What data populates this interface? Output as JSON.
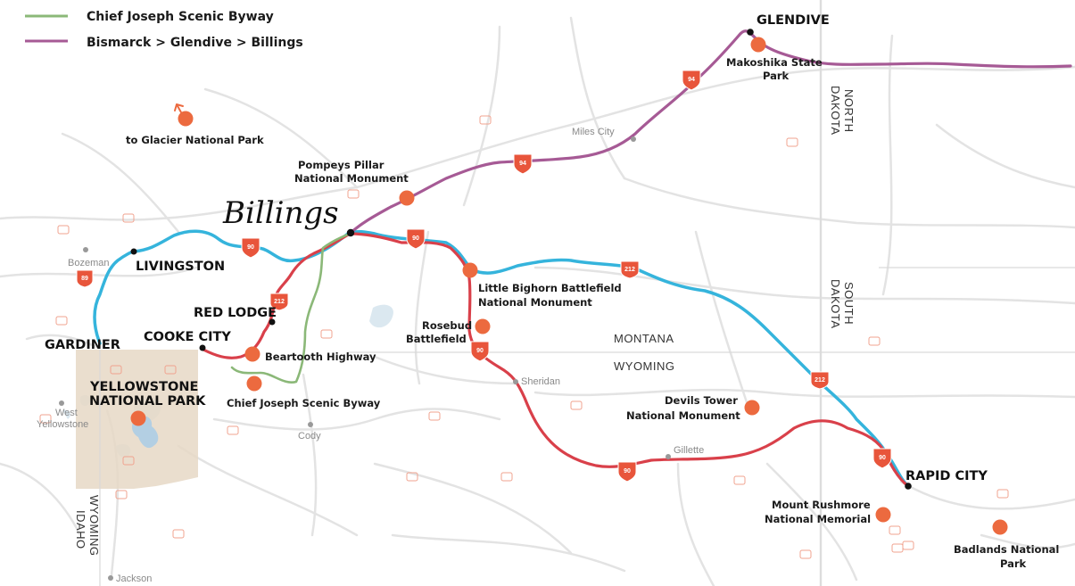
{
  "legend": {
    "items": [
      {
        "label": "Chief Joseph Scenic Byway",
        "color": "#8bb878"
      },
      {
        "label": "Bismarck > Glendive > Billings",
        "color": "#a65a95"
      }
    ]
  },
  "colors": {
    "red_route": "#d9404a",
    "blue_route": "#35b4dc",
    "green_route": "#8bb878",
    "purple_route": "#a65a95",
    "poi_dot": "#ec6a3f",
    "park_area": "#e6d8c5"
  },
  "major_cities": {
    "glendive": "GLENDIVE",
    "livingston": "LIVINGSTON",
    "red_lodge": "RED LODGE",
    "cooke_city": "COOKE CITY",
    "gardiner": "GARDINER",
    "rapid_city": "RAPID CITY",
    "yellowstone_line1": "YELLOWSTONE",
    "yellowstone_line2": "NATIONAL PARK",
    "billings": "Billings"
  },
  "towns": {
    "miles_city": "Miles City",
    "bozeman": "Bozeman",
    "sheridan": "Sheridan",
    "gillette": "Gillette",
    "cody": "Cody",
    "west_yellowstone_line1": "West",
    "west_yellowstone_line2": "Yellowstone",
    "jackson": "Jackson"
  },
  "pois": {
    "makoshika_line1": "Makoshika State",
    "makoshika_line2": "Park",
    "glacier": "to Glacier National Park",
    "pompeys_line1": "Pompeys Pillar",
    "pompeys_line2": "National Monument",
    "little_bighorn_line1": "Little Bighorn Battlefield",
    "little_bighorn_line2": "National Monument",
    "rosebud_line1": "Rosebud",
    "rosebud_line2": "Battlefield",
    "beartooth": "Beartooth Highway",
    "chief_joseph": "Chief Joseph Scenic Byway",
    "devils_tower_line1": "Devils Tower",
    "devils_tower_line2": "National Monument",
    "rushmore_line1": "Mount Rushmore",
    "rushmore_line2": "National Memorial",
    "badlands_line1": "Badlands National",
    "badlands_line2": "Park"
  },
  "regions": {
    "montana": "MONTANA",
    "wyoming": "WYOMING",
    "north_dakota_line1": "NORTH",
    "north_dakota_line2": "DAKOTA",
    "south_dakota_line1": "SOUTH",
    "south_dakota_line2": "DAKOTA",
    "idaho": "IDAHO",
    "wyoming_vertical": "WYOMING"
  },
  "shields": {
    "i94_a": "94",
    "i94_b": "94",
    "i90_a": "90",
    "i90_b": "90",
    "i90_c": "90",
    "i90_d": "90",
    "i90_e": "90",
    "us212_a": "212",
    "us212_b": "212",
    "us212_c": "212",
    "us89": "89"
  }
}
